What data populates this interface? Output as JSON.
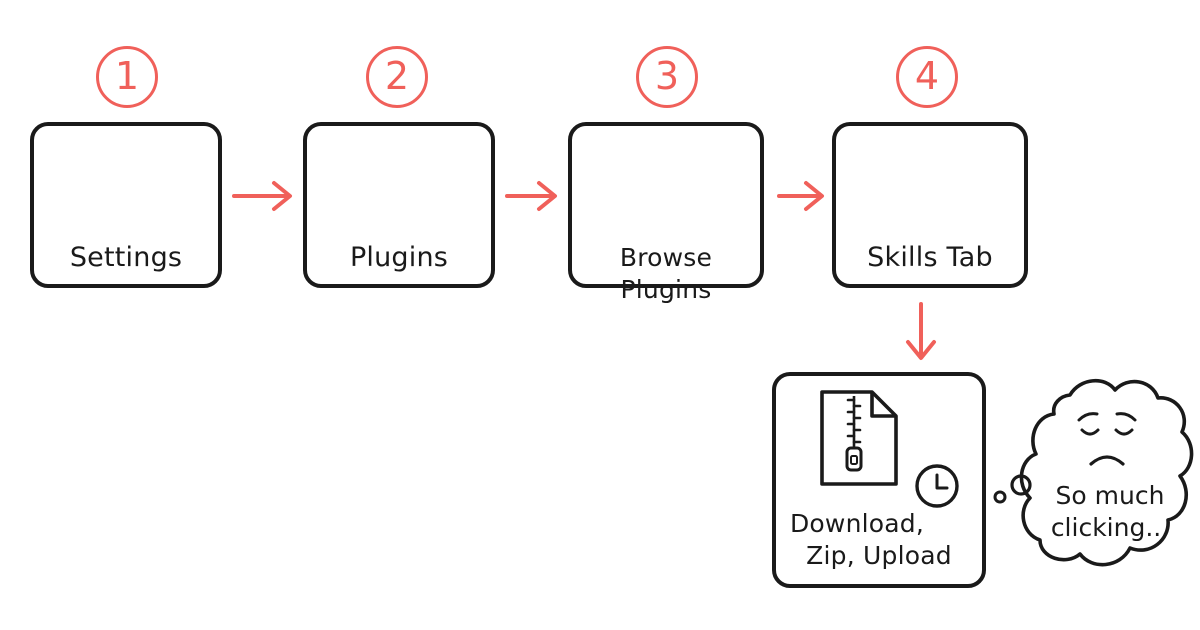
{
  "steps": [
    {
      "number": "1",
      "label": "Settings",
      "icon": "gear-icon"
    },
    {
      "number": "2",
      "label": "Plugins",
      "icon": "puzzle-piece-icon"
    },
    {
      "number": "3",
      "label": "Browse Plugins",
      "icon": "magnifying-glass-icon"
    },
    {
      "number": "4",
      "label": "Skills Tab",
      "icon": "sparkle-icon"
    }
  ],
  "final_step": {
    "label_line1": "Download,",
    "label_line2": "Zip, Upload",
    "icons": [
      "zip-file-icon",
      "clock-icon"
    ]
  },
  "thought": {
    "line1": "So much",
    "line2": "clicking...",
    "icon": "sad-face-icon"
  },
  "colors": {
    "accent": "#f0605a",
    "ink": "#1a1a1a",
    "background": "#ffffff"
  }
}
